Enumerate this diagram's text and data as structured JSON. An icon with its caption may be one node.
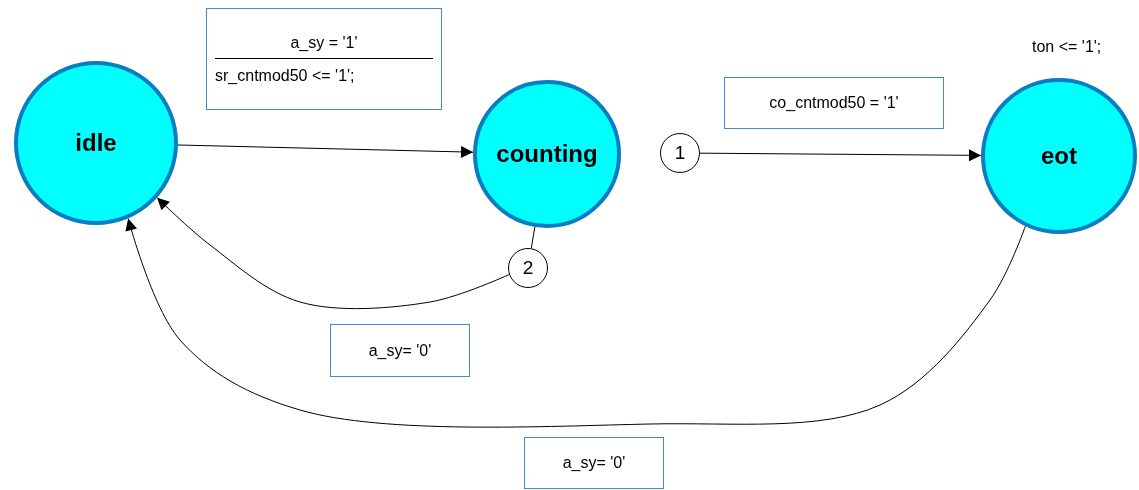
{
  "diagram": {
    "nodes": [
      {
        "text": [
          "idle"
        ]
      },
      {
        "text": [
          "counting"
        ]
      },
      {
        "text": [
          "eot"
        ],
        "beside": [
          "ton <= '1';"
        ]
      },
      {
        "text": [
          "1"
        ]
      },
      {
        "text": [
          "2"
        ]
      },
      {
        "text": [
          "a_sy  = '1'",
          "sr_cntmod50 <= '1';"
        ]
      },
      {
        "text": [
          "co_cntmod50 = '1'"
        ]
      },
      {
        "text": [
          "a_sy=  '0'"
        ]
      },
      {
        "text": [
          "a_sy=  '0'"
        ]
      }
    ],
    "edges": [
      {
        "from": 0,
        "to": 1,
        "arrow": "to"
      },
      {
        "from": 3,
        "to": 2,
        "arrow": "to"
      },
      {
        "from": 1,
        "to": 4,
        "arrow": "none"
      },
      {
        "from": 4,
        "to": 0,
        "arrow": "to"
      },
      {
        "from": 2,
        "to": 0,
        "arrow": "to"
      }
    ]
  }
}
